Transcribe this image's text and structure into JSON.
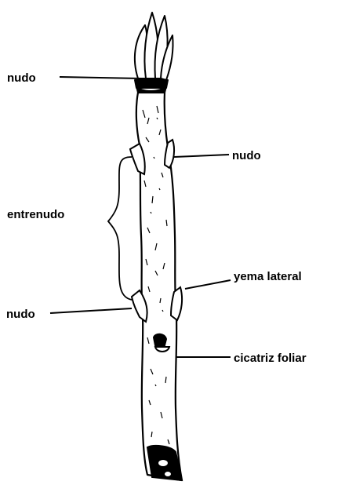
{
  "labels": {
    "node_top": "nudo",
    "node_right": "nudo",
    "internode": "entrenudo",
    "lateral_bud": "yema lateral",
    "node_left": "nudo",
    "leaf_scar": "cicatriz foliar"
  },
  "colors": {
    "ink": "#000000",
    "paper": "#ffffff"
  }
}
